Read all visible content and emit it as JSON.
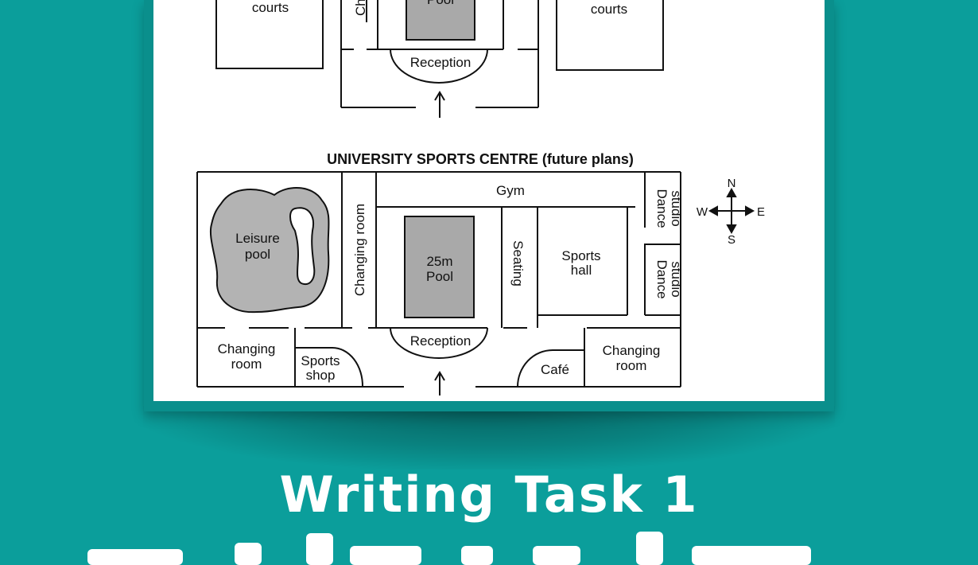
{
  "header": {
    "title": "Writing Task 1"
  },
  "top_plan": {
    "labels": {
      "courts_left": "courts",
      "courts_right": "courts",
      "pool": "Pool",
      "reception": "Reception",
      "changing_partial": "Cha"
    }
  },
  "future_plan": {
    "title": "UNIVERSITY SPORTS CENTRE (future plans)",
    "rooms": {
      "gym": "Gym",
      "leisure_pool_l1": "Leisure",
      "leisure_pool_l2": "pool",
      "changing_vertical": "Changing room",
      "pool_l1": "25m",
      "pool_l2": "Pool",
      "seating": "Seating",
      "sports_hall_l1": "Sports",
      "sports_hall_l2": "hall",
      "dance_l1": "Dance",
      "dance_l2": "studio",
      "dance2_l1": "Dance",
      "dance2_l2": "studio",
      "reception": "Reception",
      "changing_left_l1": "Changing",
      "changing_left_l2": "room",
      "sports_shop_l1": "Sports",
      "sports_shop_l2": "shop",
      "cafe": "Café",
      "changing_right_l1": "Changing",
      "changing_right_l2": "room"
    }
  },
  "compass": {
    "n": "N",
    "s": "S",
    "e": "E",
    "w": "W"
  }
}
